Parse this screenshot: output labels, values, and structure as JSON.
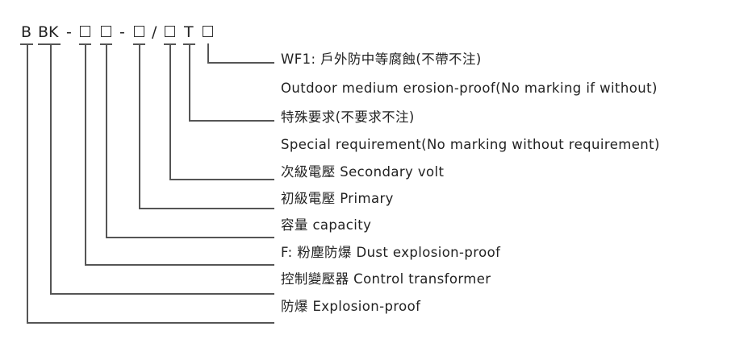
{
  "code": {
    "b": "B",
    "bk": "BK",
    "dash1": "-",
    "dash2": "-",
    "slash": "/",
    "t": "T"
  },
  "labels": [
    "WF1: 戶外防中等腐蝕(不帶不注)",
    "Outdoor medium erosion-proof(No marking if without)",
    "特殊要求(不要求不注)",
    "Special requirement(No marking without requirement)",
    "次級電壓  Secondary volt",
    "初級電壓  Primary",
    "容量  capacity",
    "F:  粉塵防爆  Dust explosion-proof",
    "控制變壓器  Control transformer",
    "防爆  Explosion-proof"
  ]
}
